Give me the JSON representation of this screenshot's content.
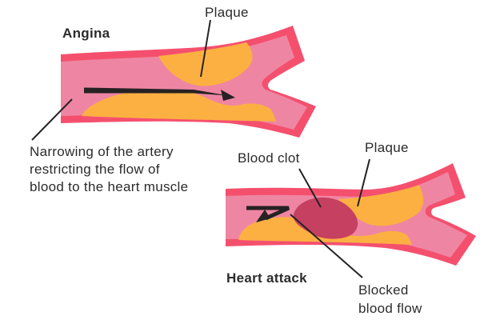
{
  "diagram_title": "Angina vs Heart attack artery diagram",
  "colors": {
    "artery_wall": "#f4506e",
    "artery_lumen": "#ee86a3",
    "plaque": "#fcb042",
    "blood_clot": "#c64061",
    "text": "#2d2b2c",
    "line": "#262223",
    "background": "#ffffff"
  },
  "angina": {
    "title": "Angina",
    "plaque_label": "Plaque",
    "note_lines": [
      "Narrowing of the artery",
      "restricting the flow of",
      "blood to the heart muscle"
    ]
  },
  "heart_attack": {
    "title": "Heart attack",
    "plaque_label": "Plaque",
    "blood_clot_label": "Blood clot",
    "blocked_lines": [
      "Blocked",
      "blood flow"
    ]
  },
  "icons": {
    "blood_flow_arrow": "arrow-right",
    "blocked_flow_arrow": "arrow-bent-left"
  }
}
